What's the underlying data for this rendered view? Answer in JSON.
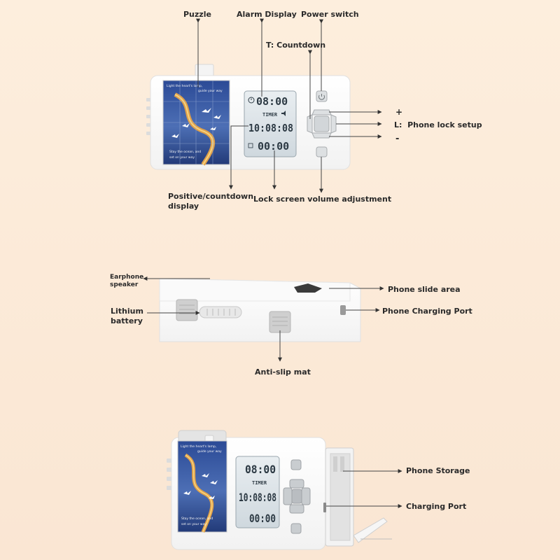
{
  "labels": {
    "puzzle": "Puzzle",
    "alarm_display": "Alarm Display",
    "power_switch": "Power switch",
    "t_countdown": "T: Countdown",
    "plus": "+",
    "l_phone_lock": "L:  Phone lock setup",
    "minus": "-",
    "positive_countdown_line1": "Positive/countdown",
    "positive_countdown_line2": "display",
    "lock_screen_volume": "Lock screen volume adjustment",
    "earphone_line1": "Earphone",
    "earphone_line2": "speaker",
    "lithium_line1": "Lithium",
    "lithium_line2": "battery",
    "anti_slip": "Anti-slip mat",
    "phone_slide": "Phone slide area",
    "phone_charging_port": "Phone Charging Port",
    "phone_storage": "Phone Storage",
    "charging_port": "Charging Port"
  },
  "lcd": {
    "alarm_time": "08:00",
    "timer_label": "TIMER",
    "main_time": "10:08:08",
    "countdown_time": "00:00"
  },
  "puzzle_text": {
    "line1": "Light the heart's lamp,",
    "line2": "guide your way",
    "line3": "Stay the ocean, and",
    "line4": "set on your way"
  },
  "colors": {
    "label_text": "#2a2a2a",
    "device_body": "#ffffff",
    "lcd_screen": "#dfe6ea",
    "button_gray": "#cfd3d6",
    "puzzle_bg": "#2f4f9a"
  },
  "icons": {
    "volume": "speaker-icon",
    "alarm": "alarm-clock-icon"
  }
}
